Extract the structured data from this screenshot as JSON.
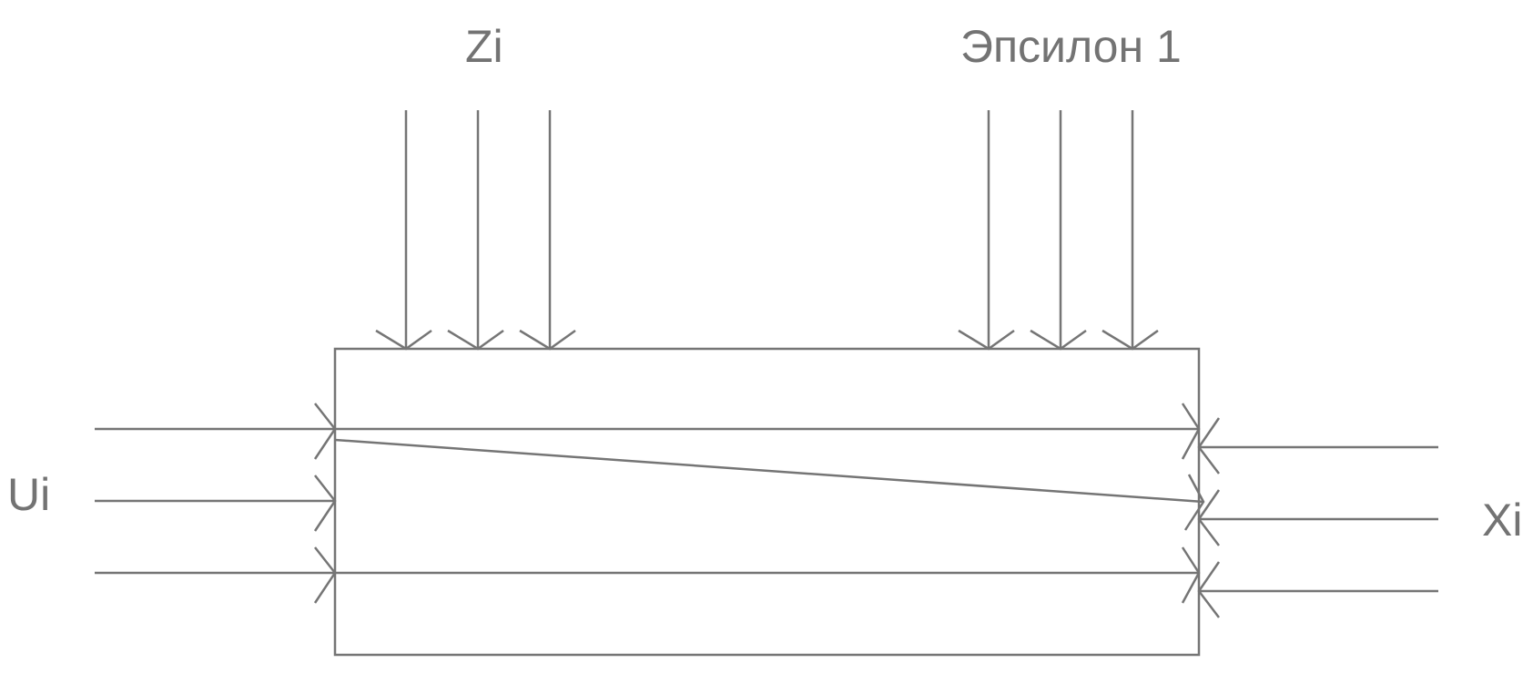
{
  "labels": {
    "top_left": "Zi",
    "top_right": "Эпсилон 1",
    "left": "Ui",
    "right": "Xi"
  },
  "colors": {
    "stroke": "#757575",
    "text": "#737373",
    "background": "#ffffff"
  }
}
